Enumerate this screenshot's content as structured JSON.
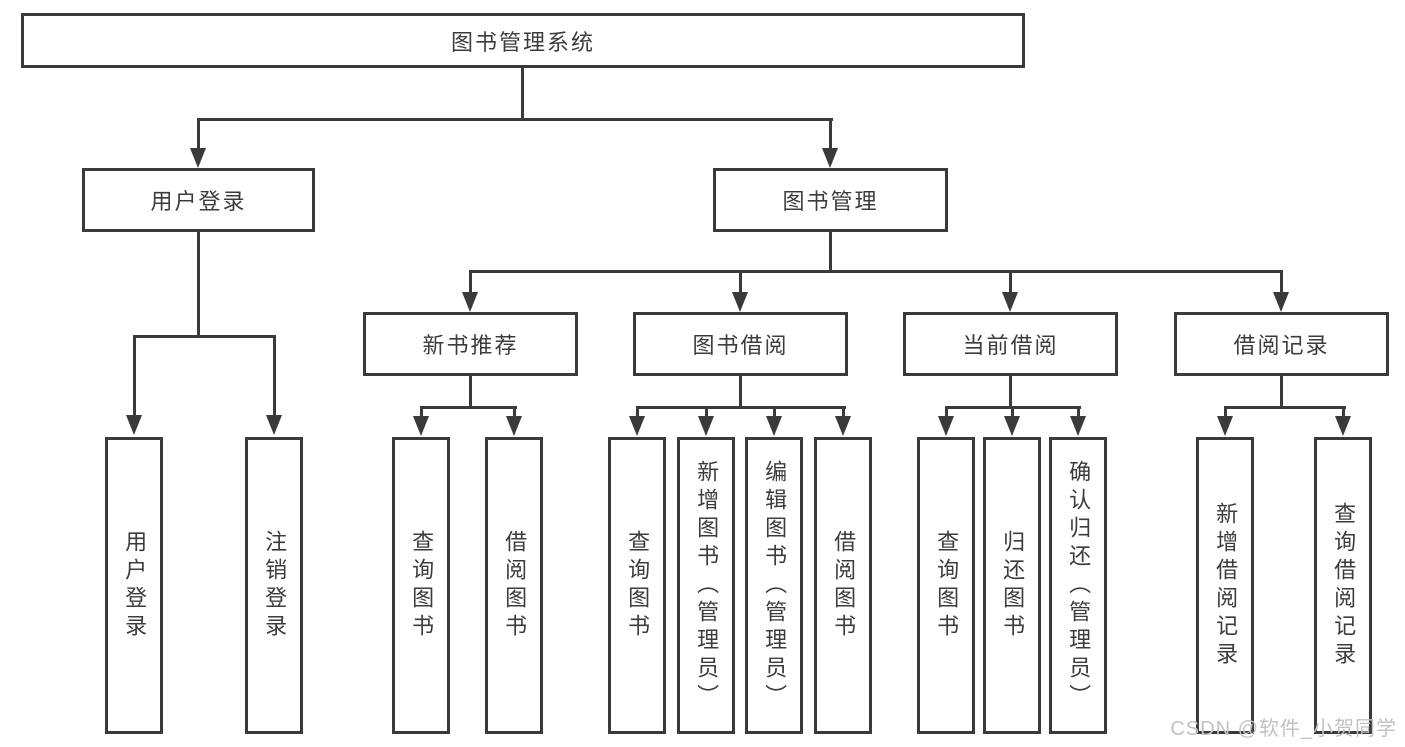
{
  "diagram_type": "functional-structure-tree",
  "colors": {
    "line": "#3a3a3a",
    "text": "#3c3c3c",
    "background": "#ffffff",
    "watermark": "#c2c2c2"
  },
  "tree": {
    "label": "图书管理系统",
    "children": [
      {
        "label": "用户登录",
        "children": [
          {
            "label": "用户登录"
          },
          {
            "label": "注销登录"
          }
        ]
      },
      {
        "label": "图书管理",
        "children": [
          {
            "label": "新书推荐",
            "children": [
              {
                "label": "查询图书"
              },
              {
                "label": "借阅图书"
              }
            ]
          },
          {
            "label": "图书借阅",
            "children": [
              {
                "label": "查询图书"
              },
              {
                "label": "新增图书（管理员）"
              },
              {
                "label": "编辑图书（管理员）"
              },
              {
                "label": "借阅图书"
              }
            ]
          },
          {
            "label": "当前借阅",
            "children": [
              {
                "label": "查询图书"
              },
              {
                "label": "归还图书"
              },
              {
                "label": "确认归还（管理员）"
              }
            ]
          },
          {
            "label": "借阅记录",
            "children": [
              {
                "label": "新增借阅记录"
              },
              {
                "label": "查询借阅记录"
              }
            ]
          }
        ]
      }
    ]
  },
  "watermark": {
    "text": "CSDN @软件_小贺同学"
  }
}
